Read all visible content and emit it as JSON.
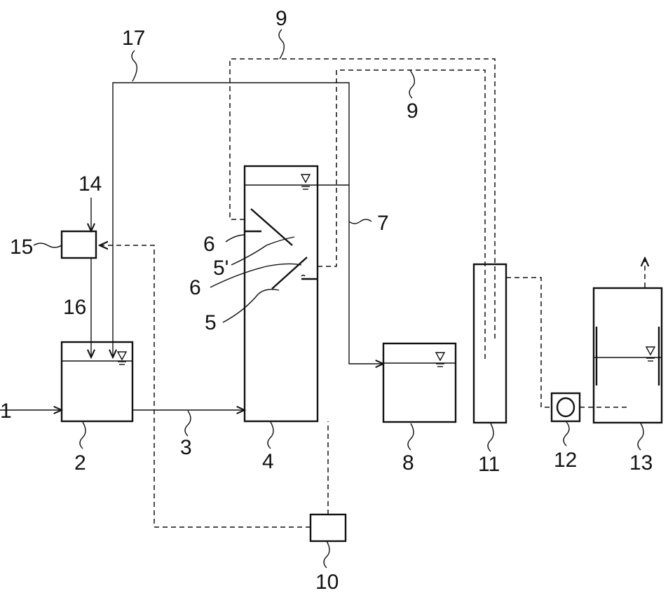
{
  "labels": {
    "l1": "1",
    "l2": "2",
    "l3": "3",
    "l4": "4",
    "l5a": "5",
    "l5b": "5'",
    "l6a": "6",
    "l6b": "6",
    "l7": "7",
    "l8": "8",
    "l9a": "9",
    "l9b": "9",
    "l10": "10",
    "l11": "11",
    "l12": "12",
    "l13": "13",
    "l14": "14",
    "l15": "15",
    "l16": "16",
    "l17": "17"
  }
}
